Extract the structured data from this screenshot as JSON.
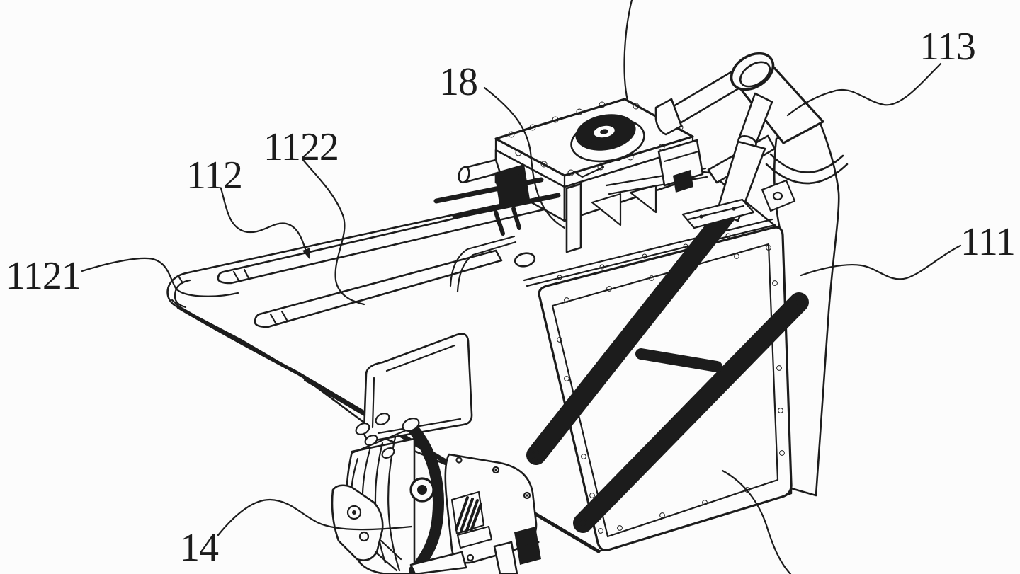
{
  "figure": {
    "background_color": "#fcfcfc",
    "line_color": "#1c1c1c",
    "reference_labels": [
      {
        "id": "113",
        "text": "113"
      },
      {
        "id": "18",
        "text": "18"
      },
      {
        "id": "1122",
        "text": "1122"
      },
      {
        "id": "112",
        "text": "112"
      },
      {
        "id": "1121",
        "text": "1121"
      },
      {
        "id": "111",
        "text": "111"
      },
      {
        "id": "14",
        "text": "14"
      }
    ]
  }
}
